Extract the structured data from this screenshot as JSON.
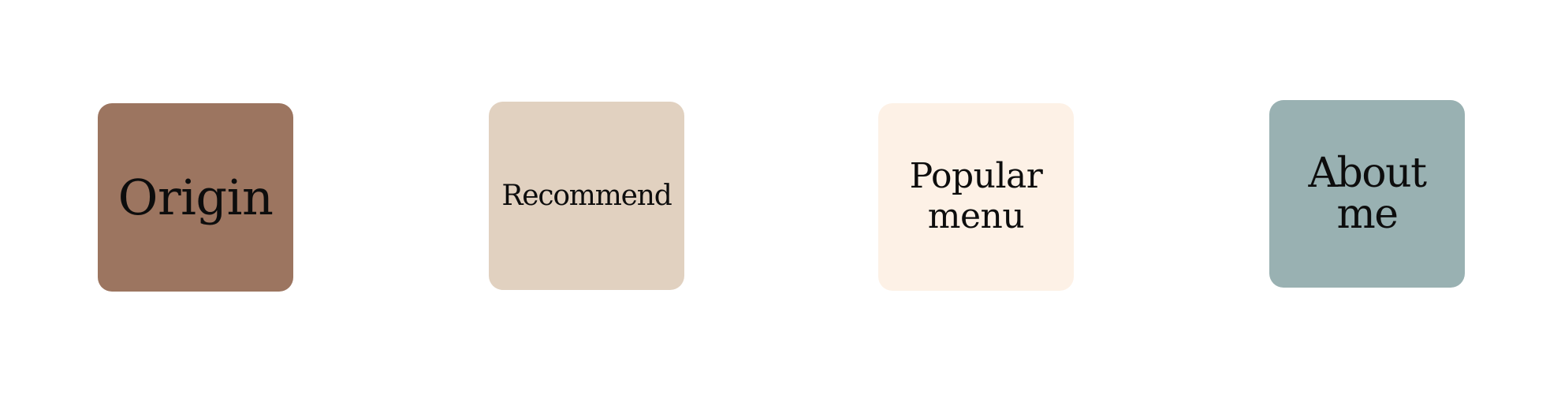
{
  "menu": {
    "tiles": [
      {
        "label": "Origin",
        "color": "#9c7560"
      },
      {
        "label": "Recommend",
        "color": "#e1d1c0"
      },
      {
        "label": "Popular\nmenu",
        "color": "#fdf1e6"
      },
      {
        "label": "About me",
        "color": "#99b1b2"
      }
    ]
  }
}
